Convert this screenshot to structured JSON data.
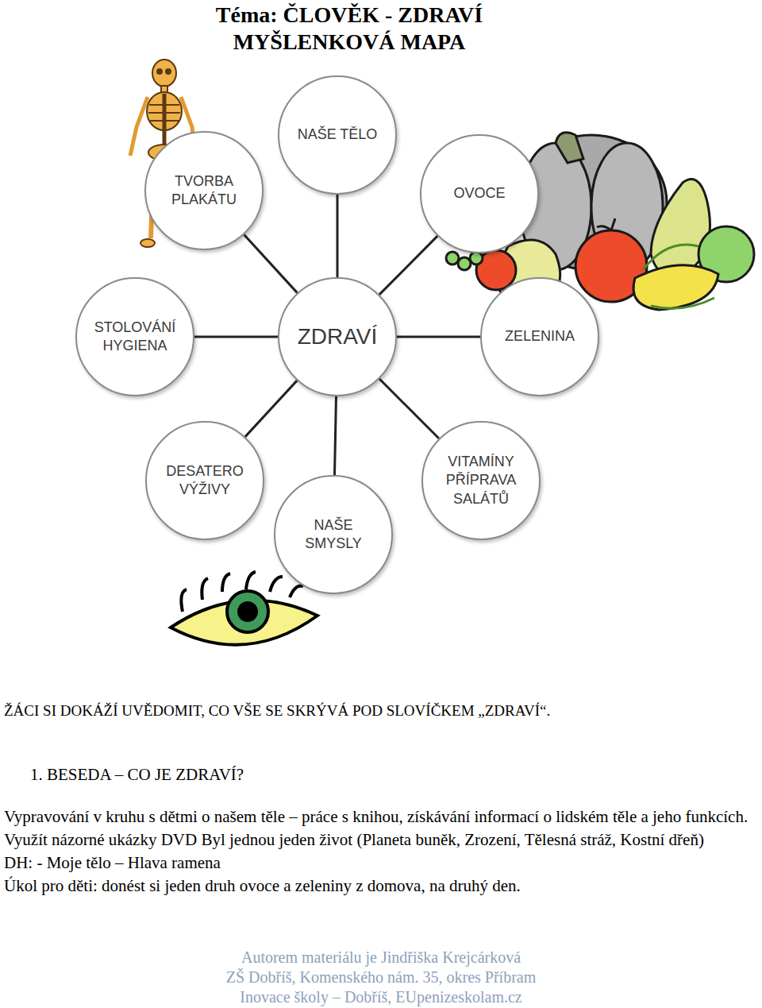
{
  "diagram": {
    "title": "Téma: ČLOVĚK - ZDRAVÍ MYŠLENKOVÁ MAPA",
    "nodes": [
      {
        "text": [
          "NAŠE TĚLO"
        ]
      },
      {
        "text": [
          "TVORBA PLAKÁTU"
        ]
      },
      {
        "text": [
          "OVOCE"
        ]
      },
      {
        "text": [
          "STOLOVÁNÍ HYGIENA"
        ]
      },
      {
        "text": [
          "ZDRAVÍ"
        ]
      },
      {
        "text": [
          "ZELENINA"
        ]
      },
      {
        "text": [
          "DESATERO VÝŽIVY"
        ]
      },
      {
        "text": [
          "VITAMÍNY PŘÍPRAVA SALÁTŮ"
        ]
      },
      {
        "text": [
          "NAŠE SMYSLY"
        ]
      }
    ],
    "edges": [
      {
        "from": 4,
        "to": 0,
        "arrow": "none"
      },
      {
        "from": 4,
        "to": 1,
        "arrow": "none"
      },
      {
        "from": 4,
        "to": 2,
        "arrow": "none"
      },
      {
        "from": 4,
        "to": 3,
        "arrow": "none"
      },
      {
        "from": 4,
        "to": 5,
        "arrow": "none"
      },
      {
        "from": 4,
        "to": 6,
        "arrow": "none"
      },
      {
        "from": 4,
        "to": 7,
        "arrow": "none"
      },
      {
        "from": 4,
        "to": 8,
        "arrow": "none"
      }
    ],
    "labels": [
      "ŽÁCI SI DOKÁŽÍ UVĚDOMIT, CO VŠE SE SKRÝVÁ POD SLOVÍČKEM „ZDRAVÍ“.",
      "1. BESEDA – CO JE ZDRAVÍ?",
      "Vypravování v kruhu s dětmi o našem těle – práce s knihou, získávání informací o lidském těle a jeho funkcích. Využít názorné ukázky DVD Byl jednou jeden život (Planeta buněk, Zrození, Tělesná stráž, Kostní dřeň)",
      "DH: - Moje tělo – Hlava ramena",
      "Úkol pro děti: donést si jeden druh ovoce a zeleniny z domova, na druhý den.",
      "Autorem materiálu je Jindřiška Krejcárková",
      "ZŠ Dobříš, Komenského nám. 35, okres Příbram",
      "Inovace školy – Dobříš, EUpenizeskolam.cz"
    ]
  }
}
